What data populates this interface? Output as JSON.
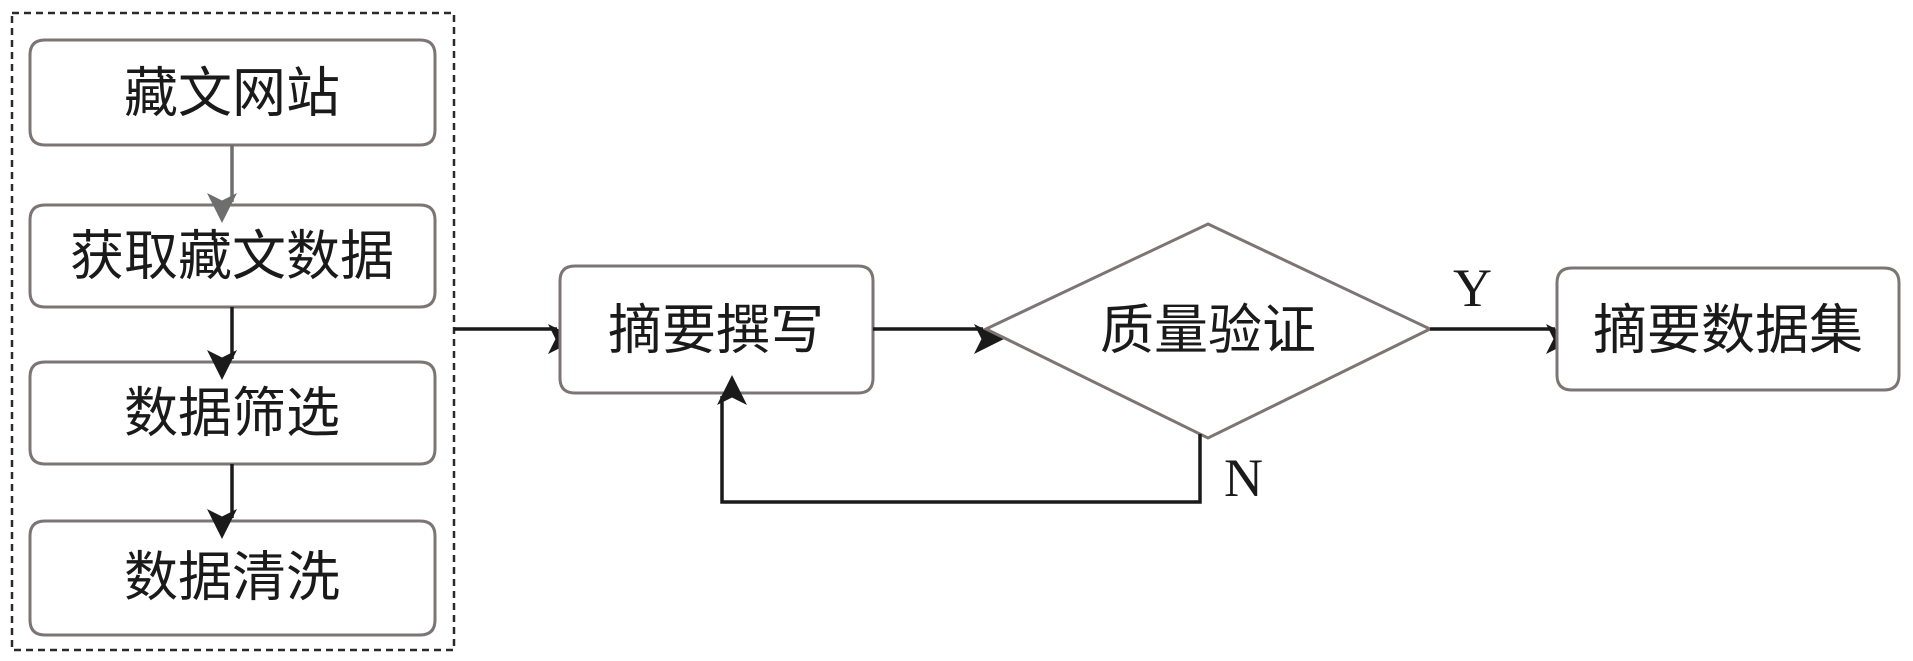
{
  "diagram": {
    "nodes": {
      "tibetan_site": "藏文网站",
      "acquire_data": "获取藏文数据",
      "filter_data": "数据筛选",
      "clean_data": "数据清洗",
      "write_summary": "摘要撰写",
      "quality_check": "质量验证",
      "summary_dataset": "摘要数据集"
    },
    "branches": {
      "yes": "Y",
      "no": "N"
    },
    "colors": {
      "box_border": "#7d7574",
      "arrow": "#1a1a1a",
      "first_arrow": "#6e6e6e",
      "dashed_frame": "#2a2a2a"
    }
  }
}
